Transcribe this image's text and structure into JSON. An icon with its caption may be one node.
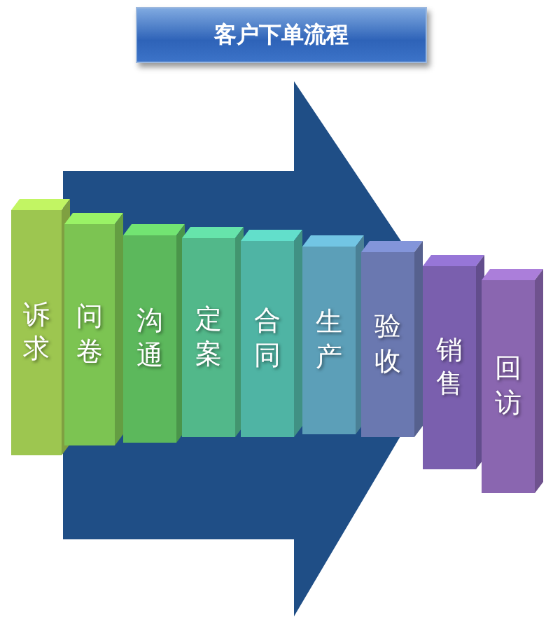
{
  "diagram": {
    "title": "客户下单流程",
    "nodes": [
      {
        "text": [
          "诉求"
        ]
      },
      {
        "text": [
          "问卷"
        ]
      },
      {
        "text": [
          "沟通"
        ]
      },
      {
        "text": [
          "定案"
        ]
      },
      {
        "text": [
          "合同"
        ]
      },
      {
        "text": [
          "生产"
        ]
      },
      {
        "text": [
          "验收"
        ]
      },
      {
        "text": [
          "销售"
        ]
      },
      {
        "text": [
          "回访"
        ]
      }
    ],
    "edges": [
      {
        "from": 0,
        "to": 7,
        "arrow": "to",
        "style": "thick"
      }
    ]
  }
}
